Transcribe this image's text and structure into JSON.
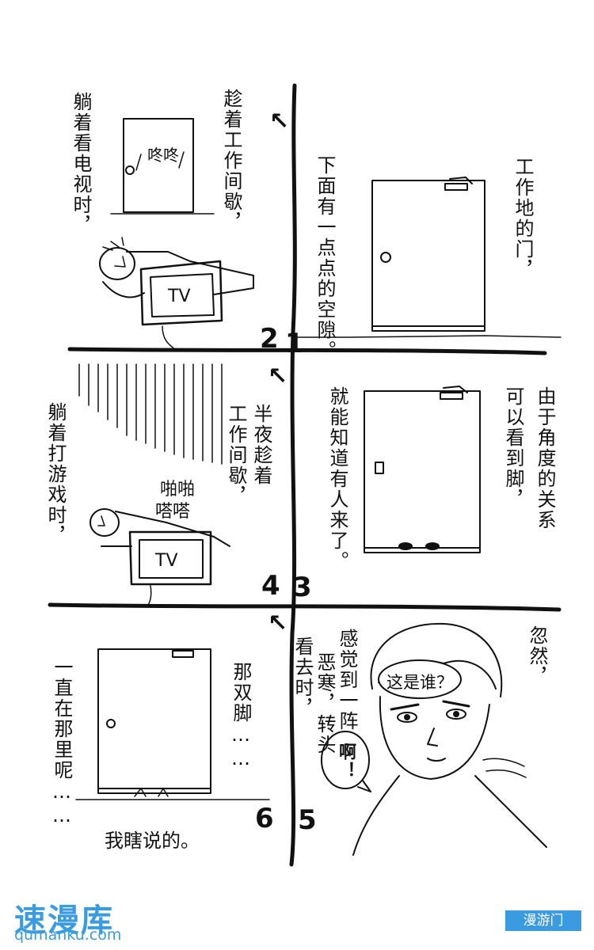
{
  "panels": {
    "p1": {
      "num": "1",
      "text_a": "工作地的门，",
      "text_b": "下面有一点点的空隙。"
    },
    "p2": {
      "num": "2",
      "text_a": "趁着工作间歇，",
      "text_b": "躺着看电视时，",
      "sfx": "咚咚",
      "tv": "TV"
    },
    "p3": {
      "num": "3",
      "text_a": "由于角度的关系",
      "text_b": "可以看到脚，",
      "text_c": "就能知道有人来了。"
    },
    "p4": {
      "num": "4",
      "text_a": "半夜趁着",
      "text_b": "工作间歇，",
      "text_c": "躺着打游戏时，",
      "sfx_a": "啪啪",
      "sfx_b": "嗒嗒",
      "tv": "TV"
    },
    "p5": {
      "num": "5",
      "text_a": "忽然，",
      "text_b": "感觉到一阵",
      "text_c": "恶寒，转头",
      "text_d": "看去时，",
      "bubble_a": "这是谁？",
      "bubble_b": "啊！"
    },
    "p6": {
      "num": "6",
      "text_a": "那双脚……",
      "text_b": "一直在那里呢……",
      "caption": "我瞎说的。"
    }
  },
  "watermark": {
    "cn": "速漫库",
    "url": "qumanku.com",
    "right": "漫游门"
  }
}
